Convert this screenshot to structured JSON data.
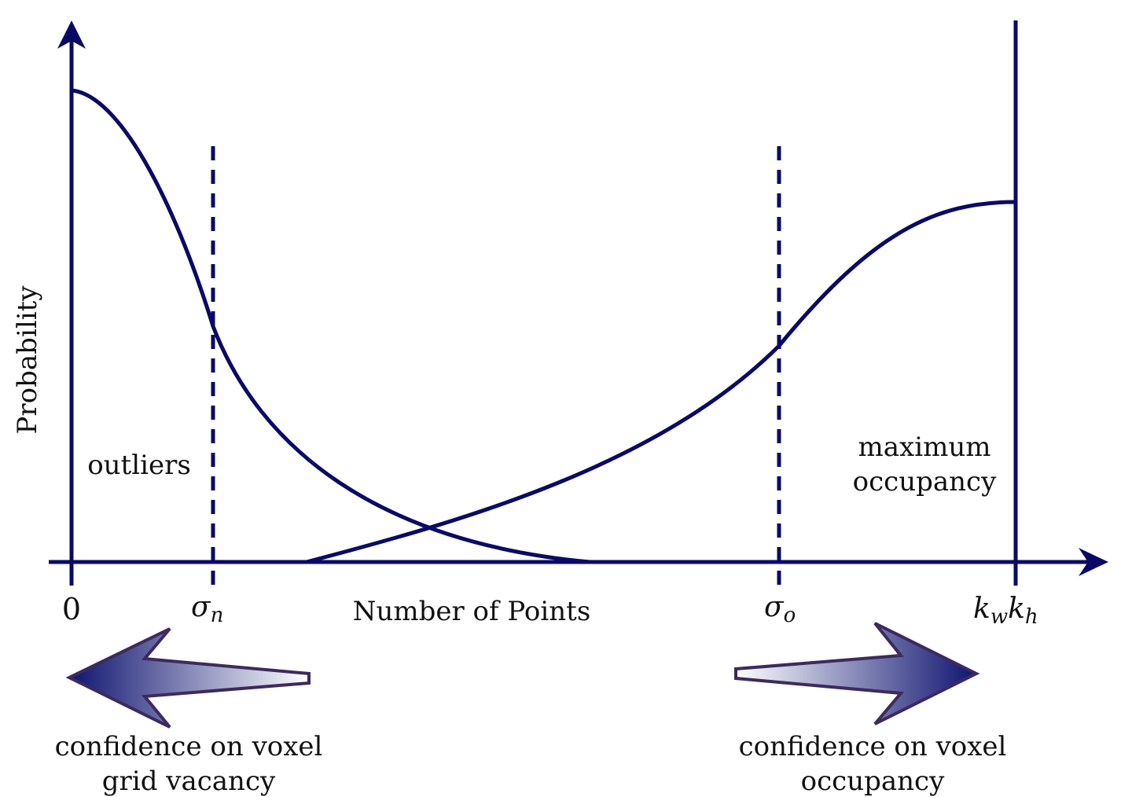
{
  "colors": {
    "primary": "#0a0a66",
    "arrow_outline": "#3d2a5e",
    "arrow_gradient_dark": "#0f1470",
    "arrow_gradient_light": "#ffffff",
    "text": "#111111",
    "background": "#ffffff"
  },
  "axes": {
    "y_label": "Probability",
    "x_label": "Number of Points",
    "origin_label": "0"
  },
  "thresholds": {
    "sigma_n": {
      "symbol": "σ",
      "subscript": "n",
      "style": "dashed"
    },
    "sigma_o": {
      "symbol": "σ",
      "subscript": "o",
      "style": "dashed"
    },
    "k": {
      "symbol1": "k",
      "sub1": "w",
      "symbol2": "k",
      "sub2": "h",
      "style": "solid"
    }
  },
  "annotations": {
    "outliers": "outliers",
    "max_occupancy_line1": "maximum",
    "max_occupancy_line2": "occupancy"
  },
  "arrows": {
    "left": {
      "direction": "left",
      "icon": "left-arrow-icon",
      "caption_line1": "confidence on voxel",
      "caption_line2": "grid vacancy"
    },
    "right": {
      "direction": "right",
      "icon": "right-arrow-icon",
      "caption_line1": "confidence on voxel",
      "caption_line2": "occupancy"
    }
  },
  "curves": [
    {
      "name": "",
      "shape": "decreasing from peak at origin to zero"
    },
    {
      "name": "",
      "shape": "increasing from zero to plateau at k_w k_h"
    }
  ]
}
